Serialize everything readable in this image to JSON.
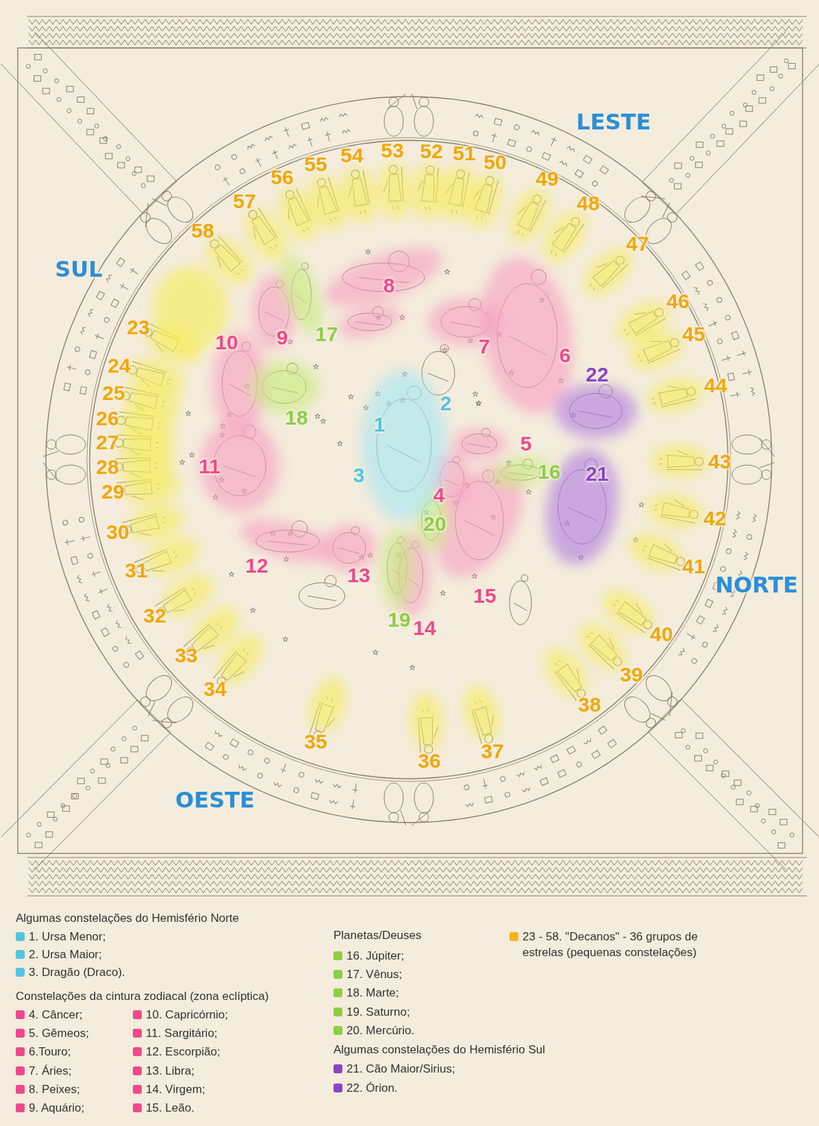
{
  "diagram": {
    "labels": [
      "LESTE",
      "SUL",
      "NORTE",
      "OESTE",
      "1",
      "2",
      "3",
      "4",
      "5",
      "6",
      "7",
      "8",
      "9",
      "10",
      "11",
      "12",
      "13",
      "14",
      "15",
      "16",
      "17",
      "18",
      "19",
      "20",
      "21",
      "22",
      "23",
      "24",
      "25",
      "26",
      "27",
      "28",
      "29",
      "30",
      "31",
      "32",
      "33",
      "34",
      "35",
      "36",
      "37",
      "38",
      "39",
      "40",
      "41",
      "42",
      "43",
      "44",
      "45",
      "46",
      "47",
      "48",
      "49",
      "50",
      "51",
      "52",
      "53",
      "54",
      "55",
      "56",
      "57",
      "58",
      "Algumas constelações do Hemisfério Norte",
      "Constelações da cintura zodiacal (zona eclíptica)",
      "Planetas/Deuses",
      "Algumas constelações do Hemisfério Sul"
    ],
    "legend": [
      {
        "text": "1. Ursa Menor;",
        "color": "#4fc6e2"
      },
      {
        "text": "2. Ursa Maior;",
        "color": "#4fc6e2"
      },
      {
        "text": "3. Dragão (Draco).",
        "color": "#4fc6e2"
      },
      {
        "text": "4. Câncer;",
        "color": "#f0488c"
      },
      {
        "text": "5. Gêmeos;",
        "color": "#f0488c"
      },
      {
        "text": "6.Touro;",
        "color": "#f0488c"
      },
      {
        "text": "7. Áries;",
        "color": "#f0488c"
      },
      {
        "text": "8. Peixes;",
        "color": "#f0488c"
      },
      {
        "text": "9. Aquário;",
        "color": "#f0488c"
      },
      {
        "text": "10. Capricórnio;",
        "color": "#f0488c"
      },
      {
        "text": "11. Sargitário;",
        "color": "#f0488c"
      },
      {
        "text": "12. Escorpião;",
        "color": "#f0488c"
      },
      {
        "text": "13. Libra;",
        "color": "#f0488c"
      },
      {
        "text": "14. Virgem;",
        "color": "#f0488c"
      },
      {
        "text": "15. Leão.",
        "color": "#f0488c"
      },
      {
        "text": "16. Júpiter;",
        "color": "#8ccf45"
      },
      {
        "text": "17. Vênus;",
        "color": "#8ccf45"
      },
      {
        "text": "18. Marte;",
        "color": "#8ccf45"
      },
      {
        "text": "19. Saturno;",
        "color": "#8ccf45"
      },
      {
        "text": "20. Mercúrio.",
        "color": "#8ccf45"
      },
      {
        "text": "21. Cão Maior/Sirius;",
        "color": "#8b44c6"
      },
      {
        "text": "22. Órion.",
        "color": "#8b44c6"
      },
      {
        "text": "23 - 58. \"Decanos\" - 36 grupos de estrelas (pequenas constelações)",
        "color": "#f6b21a"
      }
    ]
  }
}
